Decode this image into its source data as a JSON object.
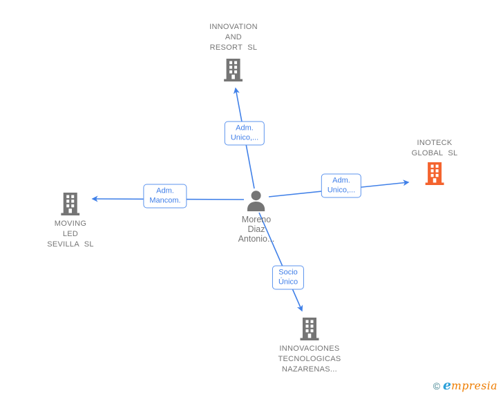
{
  "diagram": {
    "person": {
      "name_line1": "Moreno",
      "name_line2": "Diaz",
      "name_line3": "Antonio..."
    },
    "companies": {
      "top": {
        "name_line1": "INNOVATION",
        "name_line2": "AND",
        "name_line3": "RESORT SL"
      },
      "right": {
        "name_line1": "INOTECK",
        "name_line2": "GLOBAL SL"
      },
      "left": {
        "name_line1": "MOVING",
        "name_line2": "LED",
        "name_line3": "SEVILLA SL"
      },
      "bottom": {
        "name_line1": "INNOVACIONES",
        "name_line2": "TECNOLOGICAS",
        "name_line3": "NAZARENAS..."
      }
    },
    "relationships": {
      "person_to_top": {
        "label_line1": "Adm.",
        "label_line2": "Unico,..."
      },
      "person_to_right": {
        "label_line1": "Adm.",
        "label_line2": "Unico,..."
      },
      "person_to_left": {
        "label_line1": "Adm.",
        "label_line2": "Mancom."
      },
      "person_to_bottom": {
        "label_line1": "Socio",
        "label_line2": "Único"
      }
    }
  },
  "footer": {
    "copyright_symbol": "©",
    "brand_initial": "e",
    "brand_rest": "mpresia"
  },
  "colors": {
    "edge_blue": "#4080e8",
    "label_border_blue": "#5b93ee",
    "label_text_blue": "#3f7ee8",
    "node_gray": "#757575",
    "highlight_orange": "#f4632e",
    "brand_blue": "#2a9fd8",
    "brand_orange": "#ee7d01",
    "copyright_teal": "#3d808e"
  }
}
